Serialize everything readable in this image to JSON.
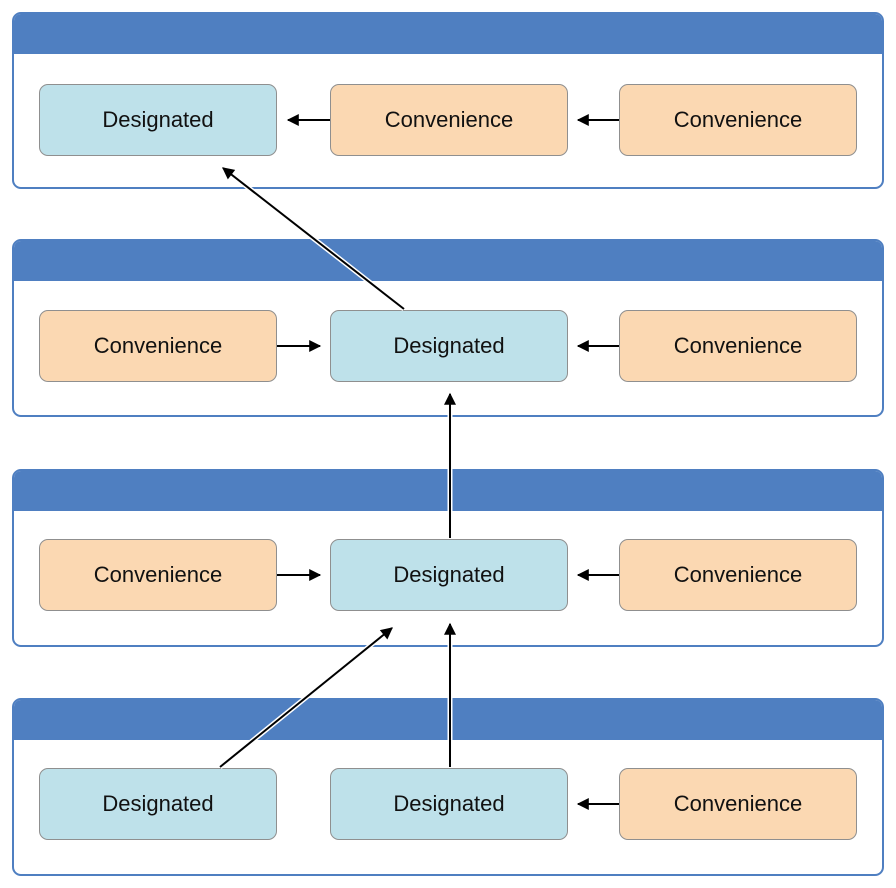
{
  "diagram": {
    "rows": [
      {
        "nodes": [
          {
            "kind": "designated",
            "label": "Designated"
          },
          {
            "kind": "convenience",
            "label": "Convenience"
          },
          {
            "kind": "convenience",
            "label": "Convenience"
          }
        ]
      },
      {
        "nodes": [
          {
            "kind": "convenience",
            "label": "Convenience"
          },
          {
            "kind": "designated",
            "label": "Designated"
          },
          {
            "kind": "convenience",
            "label": "Convenience"
          }
        ]
      },
      {
        "nodes": [
          {
            "kind": "convenience",
            "label": "Convenience"
          },
          {
            "kind": "designated",
            "label": "Designated"
          },
          {
            "kind": "convenience",
            "label": "Convenience"
          }
        ]
      },
      {
        "nodes": [
          {
            "kind": "designated",
            "label": "Designated"
          },
          {
            "kind": "designated",
            "label": "Designated"
          },
          {
            "kind": "convenience",
            "label": "Convenience"
          }
        ]
      }
    ],
    "colors": {
      "header": "#4f7fc1",
      "designated_fill": "#bee1ea",
      "convenience_fill": "#fbd8b2",
      "arrow": "#000000"
    }
  }
}
